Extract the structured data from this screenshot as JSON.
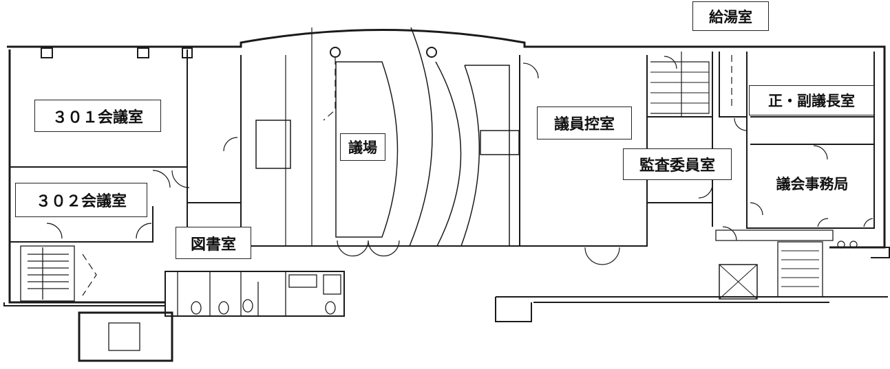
{
  "floor_plan": {
    "rooms": {
      "room_301": "３０１会議室",
      "room_302": "３０２会議室",
      "library": "図書室",
      "assembly_hall": "議場",
      "members_waiting_room": "議員控室",
      "audit_committee_room": "監査委員室",
      "kitchenette": "給湯室",
      "chair_vice_chair_room": "正・副議長室",
      "secretariat": "議会事務局"
    }
  }
}
